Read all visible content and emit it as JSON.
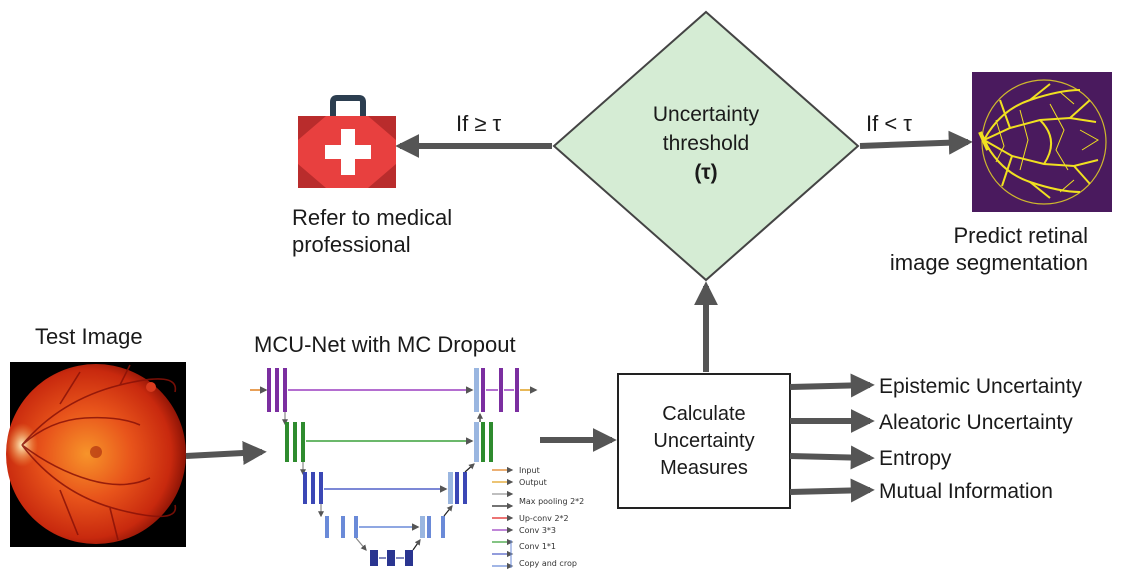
{
  "diamond": {
    "line1": "Uncertainty",
    "line2": "threshold",
    "line3": "(τ)"
  },
  "left_condition": "If ≥ τ",
  "right_condition": "If  < τ",
  "refer_label": {
    "line1": "Refer to medical",
    "line2": "professional"
  },
  "predict_label": {
    "line1": "Predict retinal",
    "line2": "image segmentation"
  },
  "test_image_label": "Test Image",
  "network_label": "MCU-Net with MC Dropout",
  "calc_box": {
    "line1": "Calculate",
    "line2": "Uncertainty",
    "line3": "Measures"
  },
  "measures": [
    "Epistemic Uncertainty",
    "Aleatoric Uncertainty",
    "Entropy",
    "Mutual Information"
  ],
  "unet_legend": [
    "Input",
    "Output",
    "Max pooling 2*2",
    "Up-conv 2*2",
    "Conv 3*3",
    "Conv 1*1",
    "Copy and crop"
  ],
  "colors": {
    "diamond_fill": "#d5ecd4",
    "arrow": "#555555",
    "medkit_red": "#e8403f",
    "segmentation_bg": "#4a1a5e",
    "vessel": "#f0e020"
  },
  "icons": [
    "medical-kit-icon",
    "retina-fundus-image",
    "segmentation-image"
  ]
}
